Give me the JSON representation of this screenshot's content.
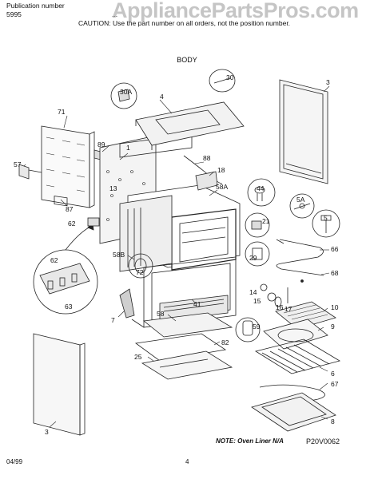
{
  "header": {
    "publication_label": "Publication number",
    "publication_number": "5995",
    "model_fragment": "...",
    "caution": "CAUTION: Use the part number on all orders, not the position number."
  },
  "watermark": "AppliancePartsPros.com",
  "section_title": "BODY",
  "callouts": [
    {
      "id": "71",
      "label": "71"
    },
    {
      "id": "57",
      "label": "57"
    },
    {
      "id": "87",
      "label": "87"
    },
    {
      "id": "89",
      "label": "89"
    },
    {
      "id": "1",
      "label": "1"
    },
    {
      "id": "13",
      "label": "13"
    },
    {
      "id": "62a",
      "label": "62"
    },
    {
      "id": "62b",
      "label": "62"
    },
    {
      "id": "63",
      "label": "63"
    },
    {
      "id": "30A",
      "label": "30A"
    },
    {
      "id": "4",
      "label": "4"
    },
    {
      "id": "30",
      "label": "30"
    },
    {
      "id": "3a",
      "label": "3"
    },
    {
      "id": "88",
      "label": "88"
    },
    {
      "id": "18",
      "label": "18"
    },
    {
      "id": "58A",
      "label": "58A"
    },
    {
      "id": "44",
      "label": "44"
    },
    {
      "id": "5A",
      "label": "5A"
    },
    {
      "id": "21",
      "label": "21"
    },
    {
      "id": "5",
      "label": "5"
    },
    {
      "id": "29",
      "label": "29"
    },
    {
      "id": "66",
      "label": "66"
    },
    {
      "id": "68",
      "label": "68"
    },
    {
      "id": "58B",
      "label": "58B"
    },
    {
      "id": "72",
      "label": "72"
    },
    {
      "id": "14",
      "label": "14"
    },
    {
      "id": "15",
      "label": "15"
    },
    {
      "id": "16",
      "label": "16"
    },
    {
      "id": "17",
      "label": "17"
    },
    {
      "id": "41",
      "label": "41"
    },
    {
      "id": "7",
      "label": "7"
    },
    {
      "id": "58",
      "label": "58"
    },
    {
      "id": "10",
      "label": "10"
    },
    {
      "id": "9",
      "label": "9"
    },
    {
      "id": "59",
      "label": "59"
    },
    {
      "id": "82",
      "label": "82"
    },
    {
      "id": "25",
      "label": "25"
    },
    {
      "id": "6",
      "label": "6"
    },
    {
      "id": "67",
      "label": "67"
    },
    {
      "id": "3b",
      "label": "3"
    },
    {
      "id": "8",
      "label": "8"
    }
  ],
  "footer": {
    "note": "NOTE: Oven Liner N/A",
    "figure_code": "P20V0062",
    "date": "04/99",
    "page_number": "4"
  }
}
